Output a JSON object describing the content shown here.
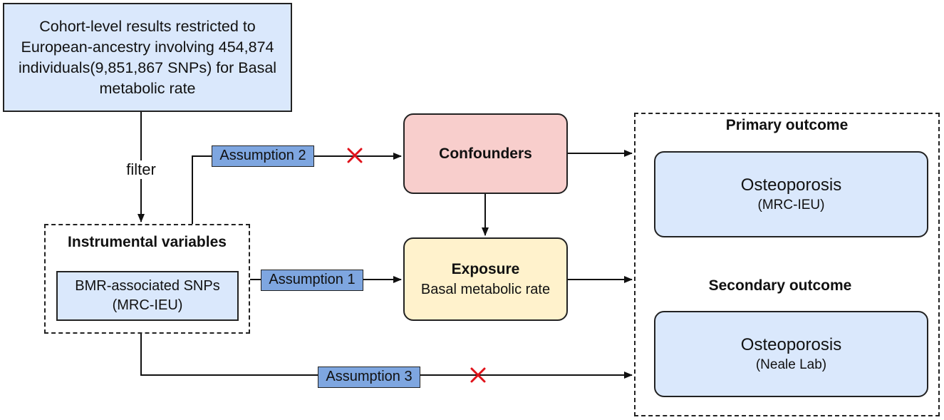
{
  "nodes": {
    "cohort": {
      "lines": [
        "Cohort-level results restricted to",
        "European-ancestry involving 454,874",
        "individuals(9,851,867 SNPs) for Basal",
        "metabolic rate"
      ]
    },
    "instrumental": {
      "title": "Instrumental variables",
      "snp_line1": "BMR-associated SNPs",
      "snp_line2": "(MRC-IEU)"
    },
    "confounders": {
      "label": "Confounders"
    },
    "exposure": {
      "title": "Exposure",
      "subtitle": "Basal metabolic rate"
    },
    "primary_outcome": {
      "label": "Primary outcome",
      "name": "Osteoporosis",
      "source": "(MRC-IEU)"
    },
    "secondary_outcome": {
      "label": "Secondary outcome",
      "name": "Osteoporosis",
      "source": "(Neale Lab)"
    }
  },
  "edges": {
    "filter": "filter",
    "assumption_1": "Assumption 1",
    "assumption_2": "Assumption 2",
    "assumption_3": "Assumption 3"
  },
  "colors": {
    "blue_box": "#dae8fc",
    "assumption_label": "#7ea6e0",
    "confounders": "#f8cecc",
    "exposure": "#fff2cc",
    "cross_mark": "#e0121a",
    "line": "#111111"
  }
}
